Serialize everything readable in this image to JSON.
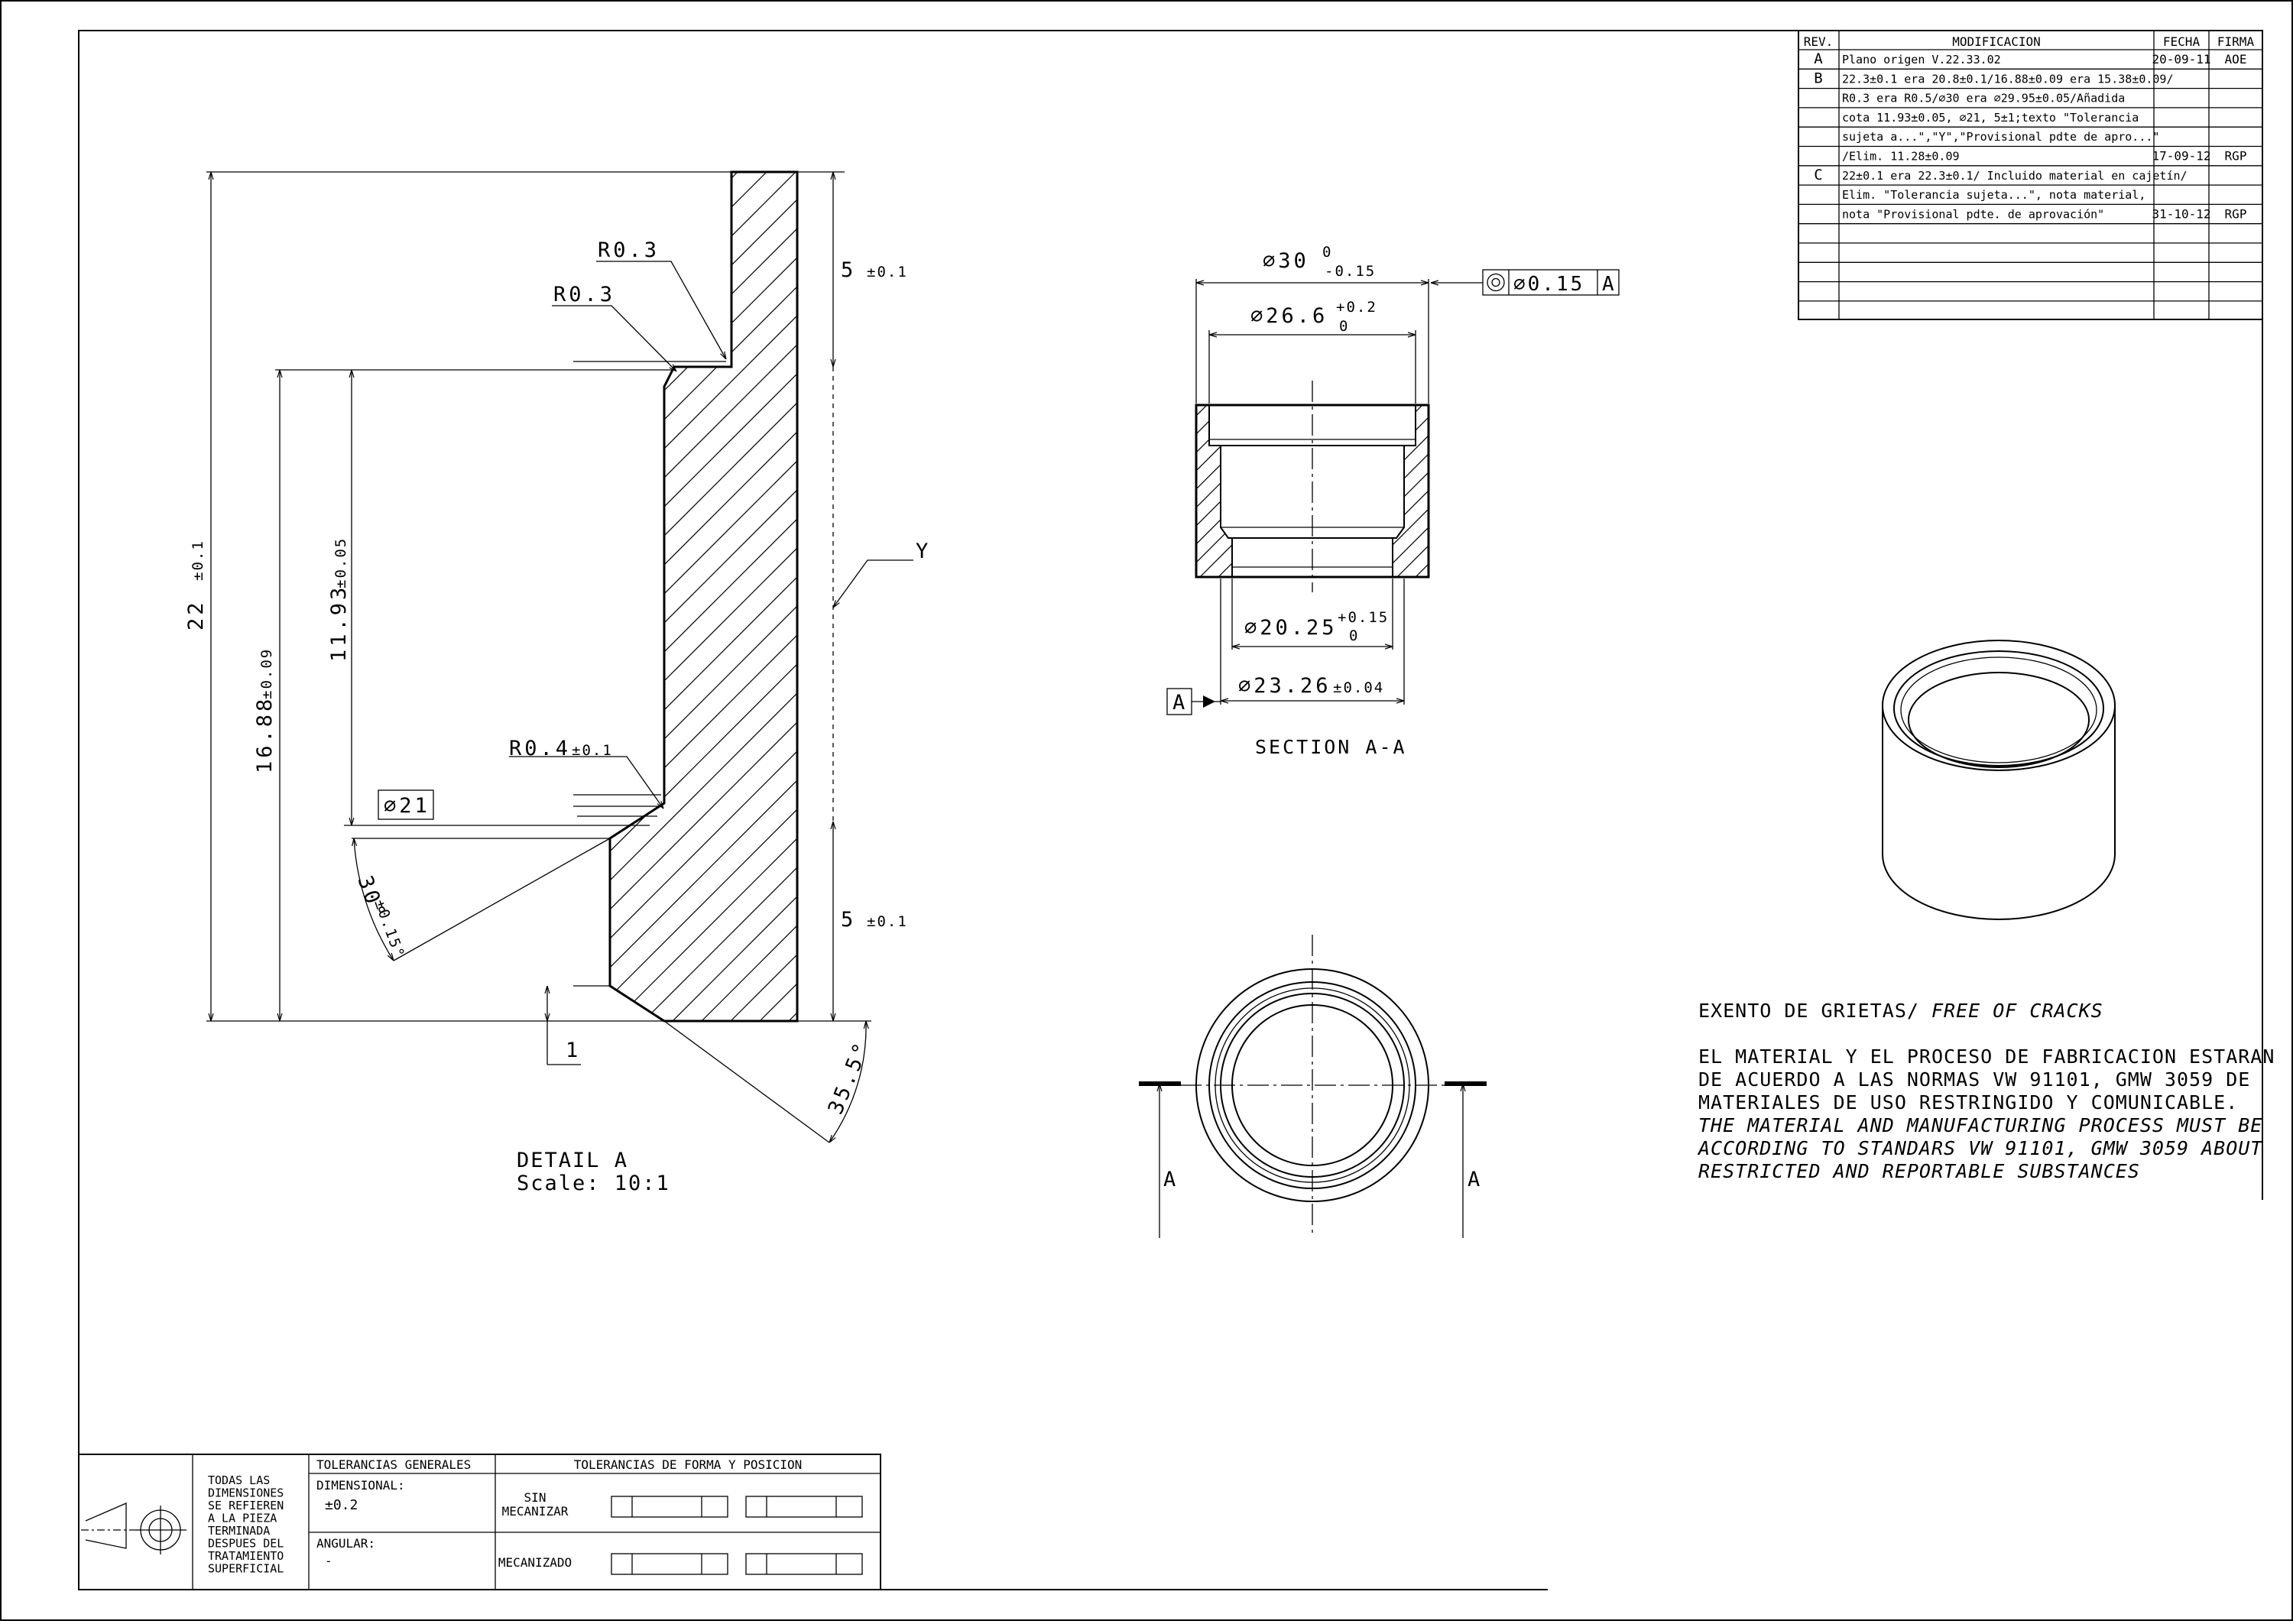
{
  "revision_table": {
    "headers": [
      "REV.",
      "MODIFICACION",
      "FECHA",
      "FIRMA"
    ],
    "rows": [
      {
        "rev": "A",
        "text": "Plano origen V.22.33.02",
        "fecha": "20-09-11",
        "firma": "AOE"
      },
      {
        "rev": "B",
        "text": "22.3±0.1 era 20.8±0.1/16.88±0.09 era 15.38±0.09/",
        "fecha": "",
        "firma": ""
      },
      {
        "rev": "",
        "text": "R0.3 era R0.5/⌀30 era ⌀29.95±0.05/Añadida",
        "fecha": "",
        "firma": ""
      },
      {
        "rev": "",
        "text": "cota 11.93±0.05, ⌀21, 5±1;texto \"Tolerancia",
        "fecha": "",
        "firma": ""
      },
      {
        "rev": "",
        "text": "sujeta a...\",\"Y\",\"Provisional pdte de apro...\"",
        "fecha": "",
        "firma": ""
      },
      {
        "rev": "",
        "text": "/Elim. 11.28±0.09",
        "fecha": "17-09-12",
        "firma": "RGP"
      },
      {
        "rev": "C",
        "text": "22±0.1 era 22.3±0.1/ Incluido material en cajetín/",
        "fecha": "",
        "firma": ""
      },
      {
        "rev": "",
        "text": "Elim. \"Tolerancia sujeta...\", nota material,",
        "fecha": "",
        "firma": ""
      },
      {
        "rev": "",
        "text": "nota \"Provisional pdte. de aprovación\"",
        "fecha": "31-10-12",
        "firma": "RGP"
      }
    ]
  },
  "detail_a": {
    "r03_top": "R0.3",
    "r03_mid": "R0.3",
    "r04": "R0.4",
    "r04_tol": "±0.1",
    "dia21": "⌀21",
    "y_label": "Y",
    "dim_22": "22",
    "dim_22_tol": "±0.1",
    "dim_1688": "16.88",
    "dim_1688_tol": "±0.09",
    "dim_1193": "11.93",
    "dim_1193_tol": "±0.05",
    "dim_5_top": "5",
    "dim_5_top_tol": "±0.1",
    "dim_5_bot": "5",
    "dim_5_bot_tol": "±0.1",
    "angle_30": "30°",
    "angle_30_tol": "±0.15°",
    "angle_355": "35.5°",
    "dim_1": "1",
    "title": "DETAIL A",
    "scale": "Scale:  10:1"
  },
  "section_aa": {
    "dia30": "⌀30",
    "dia30_up": "0",
    "dia30_lo": "-0.15",
    "dia266": "⌀26.6",
    "dia266_up": "+0.2",
    "dia266_lo": "0",
    "concentricity_symbol": "◎",
    "concentricity_value": "⌀0.15",
    "datum_ref": "A",
    "dia2025": "⌀20.25",
    "dia2025_up": "+0.15",
    "dia2025_lo": "0",
    "dia2326": "⌀23.26",
    "dia2326_tol": "±0.04",
    "datum_label": "A",
    "title": "SECTION A-A"
  },
  "front_view": {
    "cut_left": "A",
    "cut_right": "A"
  },
  "notes": {
    "cracks_es": "EXENTO DE GRIETAS/ ",
    "cracks_en": "FREE OF CRACKS",
    "material_es_1": "EL MATERIAL Y EL PROCESO DE FABRICACION ESTARAN",
    "material_es_2": "DE ACUERDO A LAS NORMAS VW 91101, GMW 3059 DE",
    "material_es_3": "MATERIALES DE USO RESTRINGIDO Y COMUNICABLE.",
    "material_en_1": "THE MATERIAL AND MANUFACTURING PROCESS MUST BE",
    "material_en_2": "ACCORDING TO STANDARS VW 91101, GMW 3059 ABOUT",
    "material_en_3": "RESTRICTED AND REPORTABLE SUBSTANCES"
  },
  "title_block": {
    "surface_note": [
      "TODAS LAS",
      "DIMENSIONES",
      "SE REFIEREN",
      "A LA PIEZA",
      "TERMINADA",
      "DESPUES DEL",
      "TRATAMIENTO",
      "SUPERFICIAL"
    ],
    "general_tol_header": "TOLERANCIAS GENERALES",
    "dimensional_label": "DIMENSIONAL:",
    "dimensional_value": "±0.2",
    "angular_label": "ANGULAR:",
    "angular_value": "-",
    "form_tol_header": "TOLERANCIAS DE FORMA Y POSICION",
    "sin_mecanizar_1": "SIN",
    "sin_mecanizar_2": "MECANIZAR",
    "mecanizado": "MECANIZADO"
  }
}
